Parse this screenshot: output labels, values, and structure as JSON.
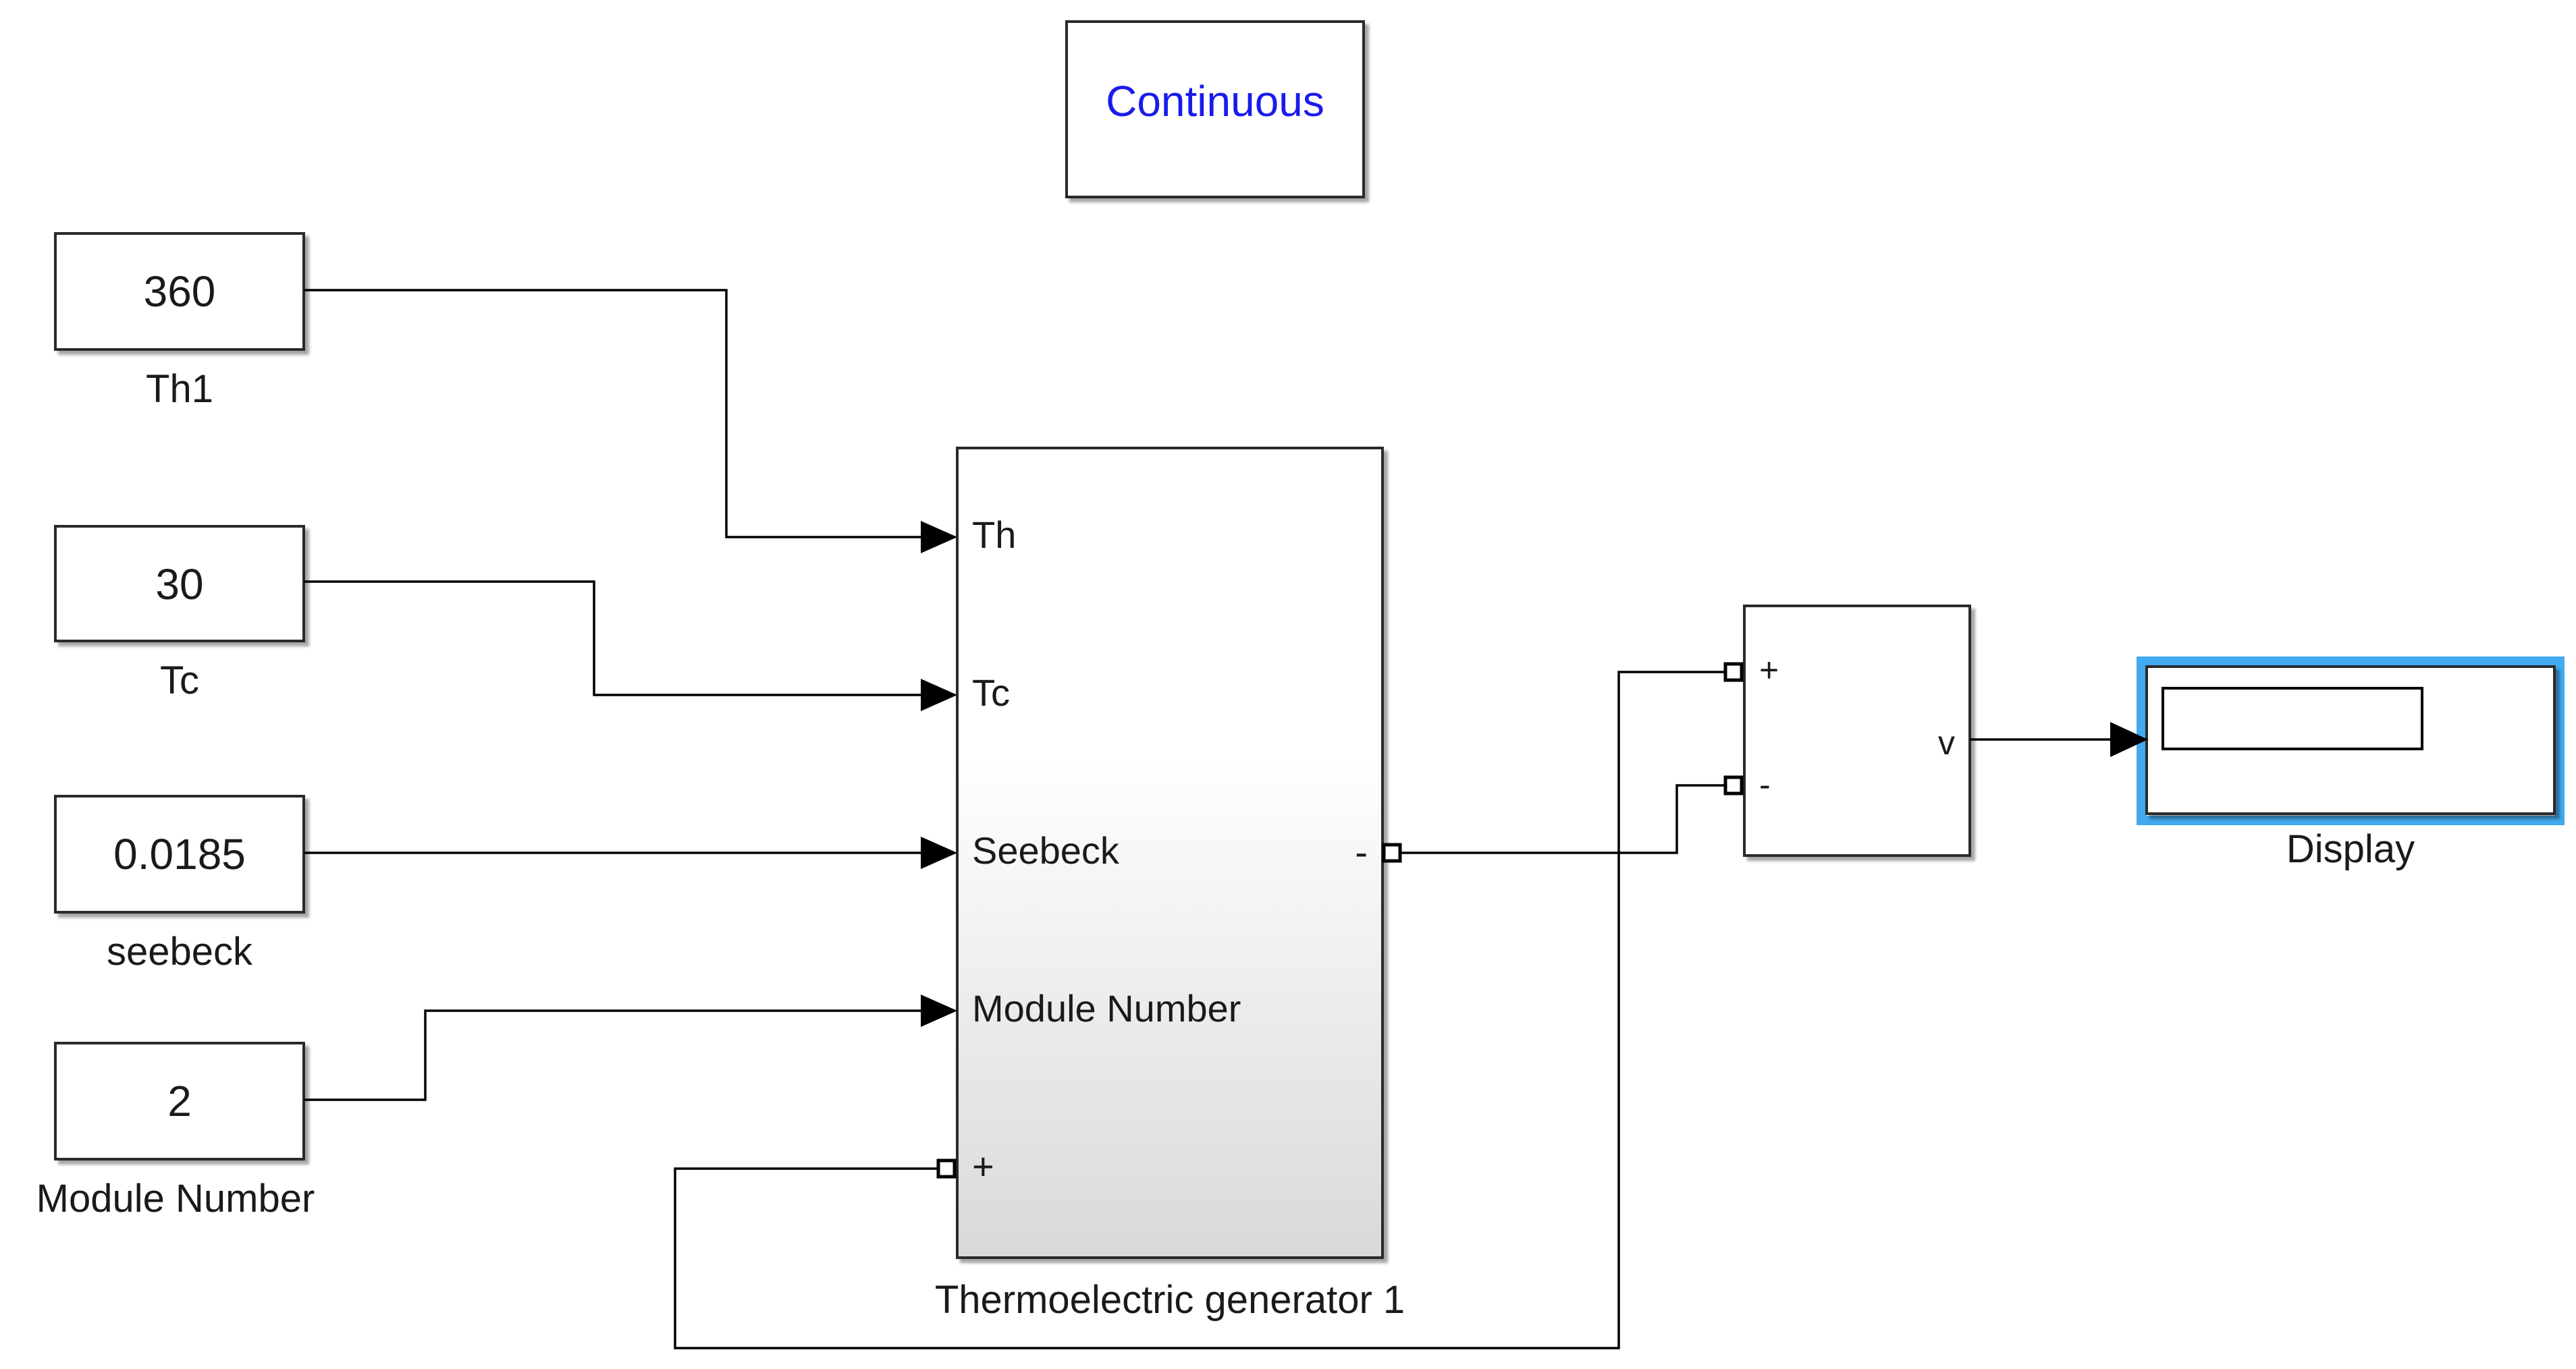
{
  "solver": {
    "label": "Continuous",
    "color": "#1a1aee"
  },
  "constants": [
    {
      "value": "360",
      "name": "Th1"
    },
    {
      "value": "30",
      "name": "Tc"
    },
    {
      "value": "0.0185",
      "name": "seebeck"
    },
    {
      "value": "2",
      "name": "Module Number"
    }
  ],
  "teg": {
    "name": "Thermoelectric generator 1",
    "inputs": [
      "Th",
      "Tc",
      "Seebeck",
      "Module Number"
    ],
    "plus_port": "+",
    "minus_port": "-"
  },
  "voltage_sensor": {
    "plus_port": "+",
    "minus_port": "-",
    "output": "v"
  },
  "display": {
    "name": "Display",
    "value": "",
    "highlight_color": "#43a9f0"
  }
}
